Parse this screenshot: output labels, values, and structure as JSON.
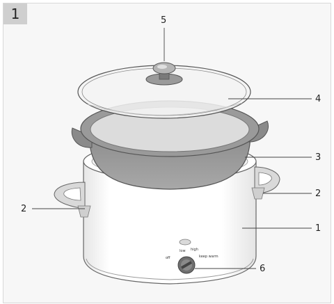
{
  "figure": {
    "number": "1"
  },
  "callouts": {
    "c1": "1",
    "c2_left": "2",
    "c2_right": "2",
    "c3": "3",
    "c4": "4",
    "c5": "5",
    "c6": "6"
  },
  "control_labels": {
    "off": "off",
    "low": "low",
    "high": "high",
    "keep_warm": "keep warm"
  },
  "colors": {
    "background": "#f7f7f7",
    "outline": "#555555",
    "pot_fill": "#9e9e9e",
    "pot_dark": "#808080",
    "pot_inner": "#dedede",
    "lid_glass": "#f1f1f1",
    "base_fill": "#ffffff",
    "knob": "#6a6a6a"
  },
  "components": [
    {
      "id": "1",
      "name": "base-housing"
    },
    {
      "id": "2",
      "name": "side-handle"
    },
    {
      "id": "3",
      "name": "ceramic-pot"
    },
    {
      "id": "4",
      "name": "glass-lid"
    },
    {
      "id": "5",
      "name": "lid-knob"
    },
    {
      "id": "6",
      "name": "temperature-dial"
    }
  ]
}
